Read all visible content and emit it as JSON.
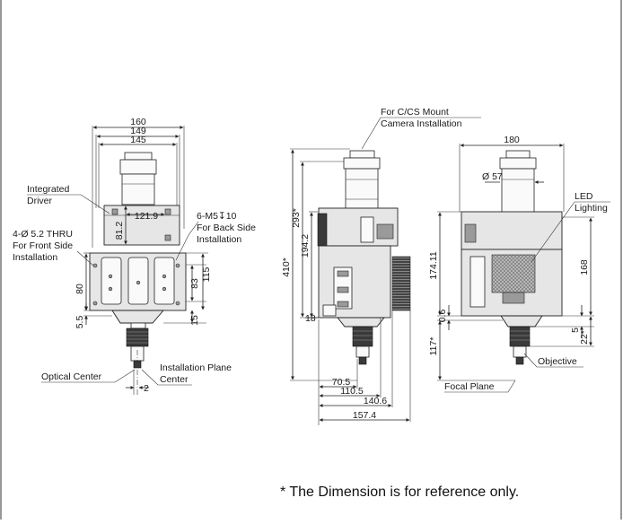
{
  "front_view": {
    "width_160": "160",
    "width_149": "149",
    "width_145": "145",
    "dim_121_9": "121.9",
    "dim_81_2": "81.2",
    "dim_80": "80",
    "dim_5_5": "5.5",
    "dim_83": "83",
    "dim_115": "115",
    "dim_15": "15",
    "dim_2": "2",
    "integrated_driver": [
      "Integrated",
      "Driver"
    ],
    "thru_holes": [
      "4-Ø 5.2 THRU",
      "For Front Side",
      "Installation"
    ],
    "back_holes": [
      "6-M5↧10",
      "For Back Side",
      "Installation"
    ],
    "optical_center": "Optical Center",
    "installation_plane": [
      "Installation Plane",
      "Center"
    ]
  },
  "side_view": {
    "mount_note": [
      "For C/CS Mount",
      "Camera Installation"
    ],
    "dim_410": "410*",
    "dim_293": "293*",
    "dim_194_2": "194.2",
    "dim_18": "18",
    "dim_70_5": "70.5",
    "dim_110_5": "110.5",
    "dim_140_6": "140.6",
    "dim_157_4": "157.4"
  },
  "back_view": {
    "width_180": "180",
    "dia_57": "Ø 57",
    "led_lighting": [
      "LED",
      "Lighting"
    ],
    "dim_174_11": "174.11",
    "dim_168": "168",
    "dim_0_6": "0.6",
    "dim_117": "117*",
    "dim_5": "5",
    "dim_22": "22*",
    "objective": "Objective",
    "focal_plane": "Focal Plane"
  },
  "footnote": "* The Dimension is for reference only."
}
